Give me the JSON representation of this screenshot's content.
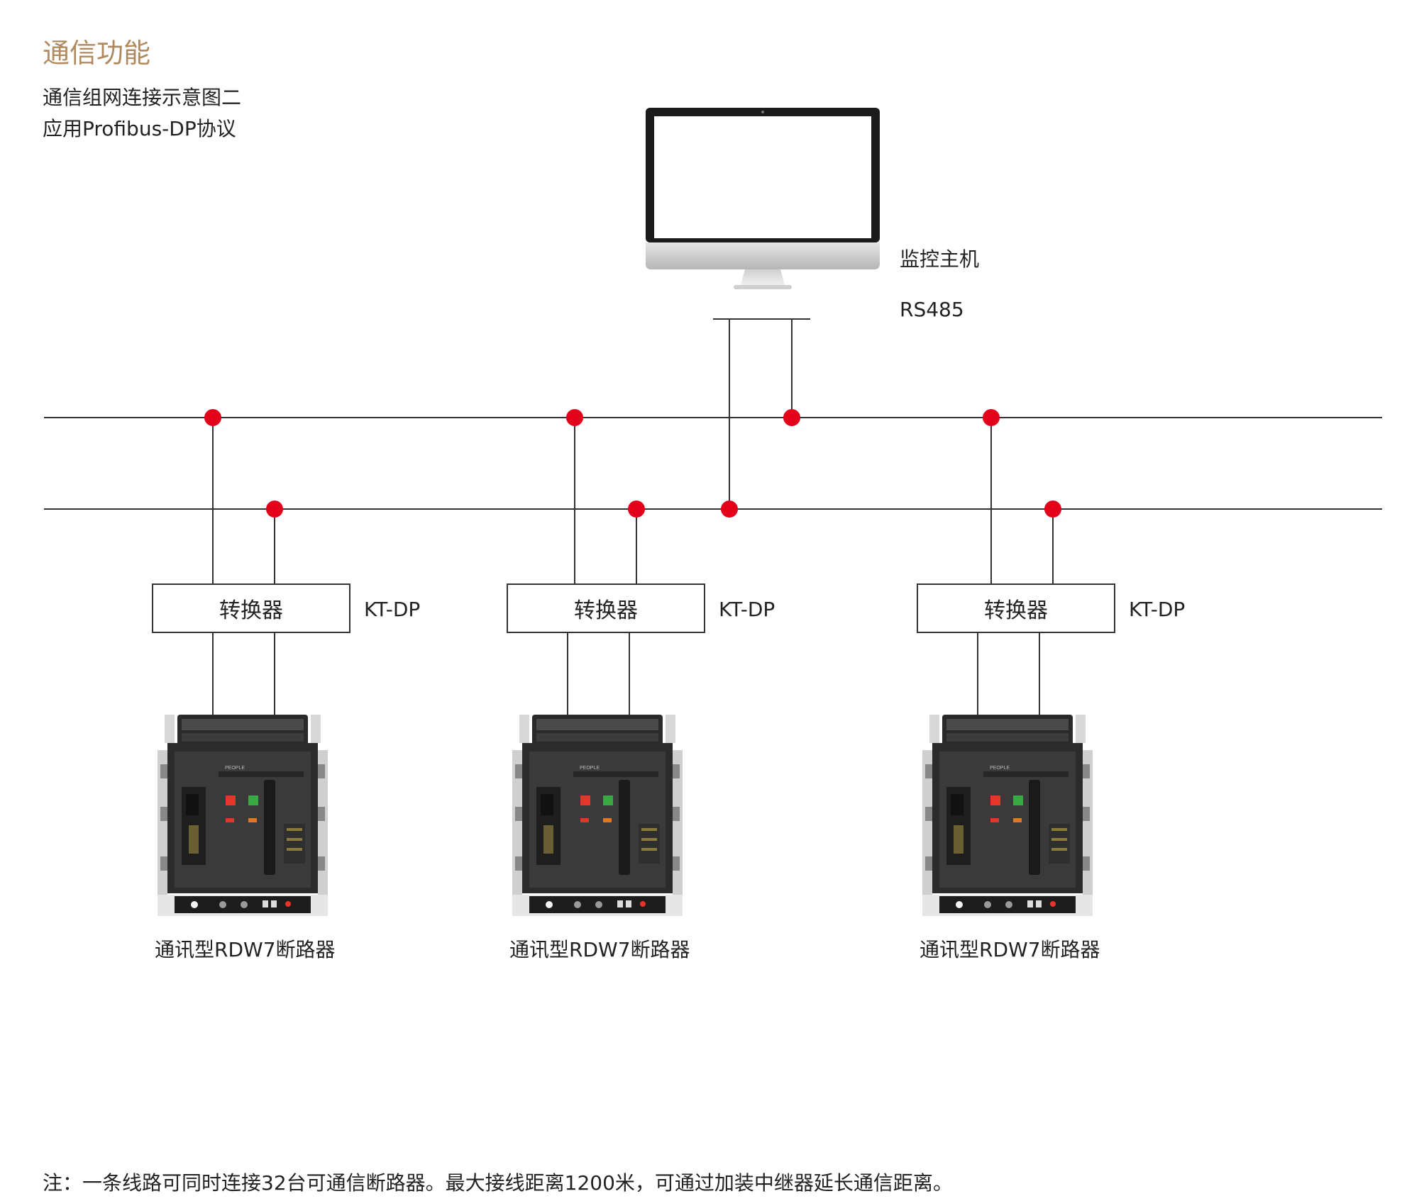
{
  "header": {
    "title": "通信功能",
    "subtitle_line1": "通信组网连接示意图二",
    "subtitle_line2": "应用Profibus-DP协议"
  },
  "host": {
    "label": "监控主机",
    "bus_label": "RS485"
  },
  "converters": [
    {
      "label": "转换器",
      "model": "KT-DP"
    },
    {
      "label": "转换器",
      "model": "KT-DP"
    },
    {
      "label": "转换器",
      "model": "KT-DP"
    }
  ],
  "breakers": [
    {
      "label": "通讯型RDW7断路器",
      "brand": "PEOPLE"
    },
    {
      "label": "通讯型RDW7断路器",
      "brand": "PEOPLE"
    },
    {
      "label": "通讯型RDW7断路器",
      "brand": "PEOPLE"
    }
  ],
  "footnote": "注：一条线路可同时连接32台可通信断路器。最大接线距离1200米，可通过加装中继器延长通信距离。",
  "colors": {
    "title": "#b08a5e",
    "text": "#222222",
    "line": "#333333",
    "node": "#e2001a",
    "breaker_body": "#3a3a3a",
    "breaker_button_red": "#e8352b",
    "breaker_button_green": "#3aa845"
  }
}
